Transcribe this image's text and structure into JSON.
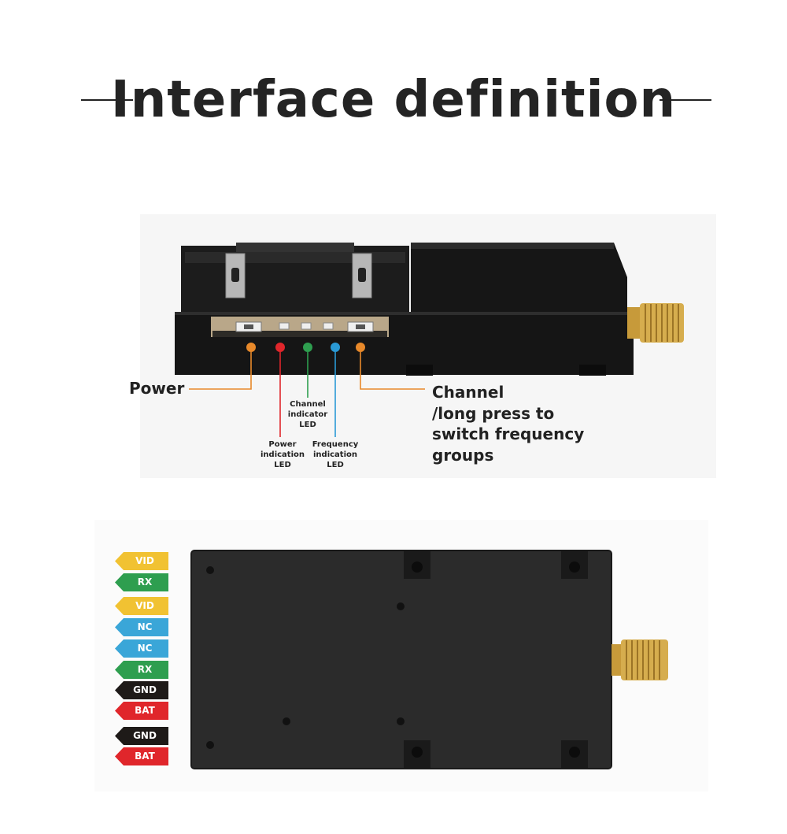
{
  "title": "Interface definition",
  "labels": {
    "power_button": "Power",
    "channel_button": [
      "Channel",
      "/long press to",
      "switch frequency",
      "groups"
    ],
    "channel_led": [
      "Channel",
      "indicator",
      "LED"
    ],
    "power_led": [
      "Power",
      "indication",
      "LED"
    ],
    "frequency_led": [
      "Frequency",
      "indication",
      "LED"
    ]
  },
  "pins": [
    {
      "label": "VID",
      "color": "#f1c232"
    },
    {
      "label": "RX",
      "color": "#2e9e4f"
    },
    {
      "label": "VID",
      "color": "#f1c232"
    },
    {
      "label": "NC",
      "color": "#3aa6d8"
    },
    {
      "label": "NC",
      "color": "#3aa6d8"
    },
    {
      "label": "RX",
      "color": "#2e9e4f"
    },
    {
      "label": "GND",
      "color": "#1e1a18"
    },
    {
      "label": "BAT",
      "color": "#e0262b"
    },
    {
      "label": "GND",
      "color": "#1e1a18"
    },
    {
      "label": "BAT",
      "color": "#e0262b"
    }
  ],
  "callout_colors": {
    "power_button": "#e8892a",
    "power_led": "#e0262b",
    "channel_led": "#2e9e4f",
    "frequency_led": "#2a9ad6",
    "channel_button": "#e8892a"
  }
}
